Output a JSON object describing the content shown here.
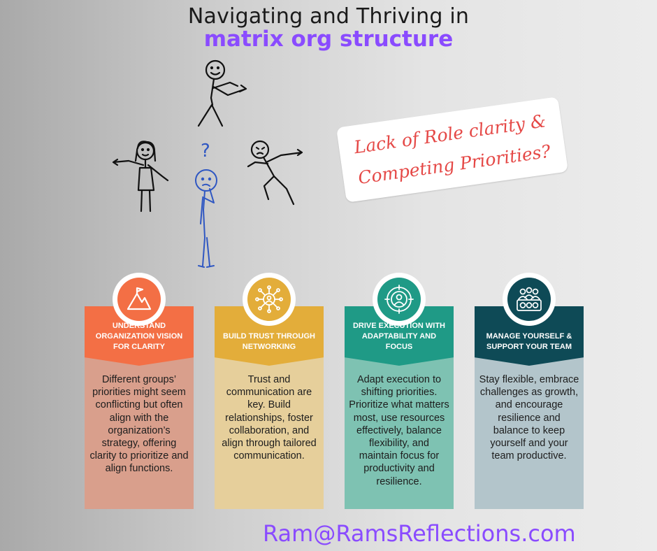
{
  "title": {
    "line1": "Navigating and Thriving in",
    "line2": "matrix org structure"
  },
  "callout": {
    "line1": "Lack of Role clarity &",
    "line2": "Competing Priorities?"
  },
  "question_mark": "?",
  "cards": [
    {
      "icon": "mountain-flag-icon",
      "heading": "UNDERSTAND ORGANIZATION VISION FOR CLARITY",
      "body": "Different groups’ priorities might seem conflicting but often align with the organization’s strategy, offering clarity to prioritize and align functions.",
      "head_color": "#f36f45",
      "body_color": "#d99f8c"
    },
    {
      "icon": "network-person-icon",
      "heading": "BUILD TRUST THROUGH NETWORKING",
      "body": "Trust and communication are key. Build relationships, foster collaboration, and align through tailored communication.",
      "head_color": "#e3ad3a",
      "body_color": "#e6cf9b"
    },
    {
      "icon": "target-person-icon",
      "heading": "DRIVE EXECUTION WITH ADAPTABILITY AND FOCUS",
      "body": "Adapt execution to shifting priorities. Prioritize what matters most, use resources effectively, balance flexibility, and maintain focus for productivity and resilience.",
      "head_color": "#1f9a86",
      "body_color": "#7ec2b2"
    },
    {
      "icon": "team-gears-icon",
      "heading": "MANAGE YOURSELF & SUPPORT YOUR TEAM",
      "body": "Stay flexible, embrace challenges as growth, and encourage resilience and balance to keep yourself and your team productive.",
      "head_color": "#0e4a56",
      "body_color": "#b3c5cb"
    }
  ],
  "footer": "Ram@RamsReflections.com"
}
